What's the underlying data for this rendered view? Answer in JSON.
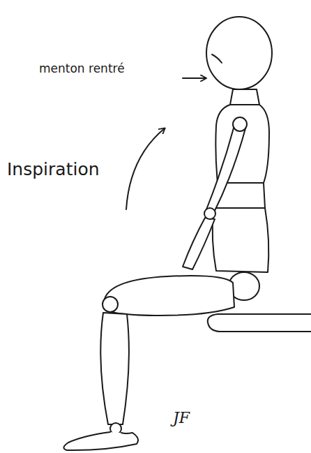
{
  "diagram": {
    "labels": [
      "menton rentré",
      "Inspiration",
      "JF"
    ]
  }
}
